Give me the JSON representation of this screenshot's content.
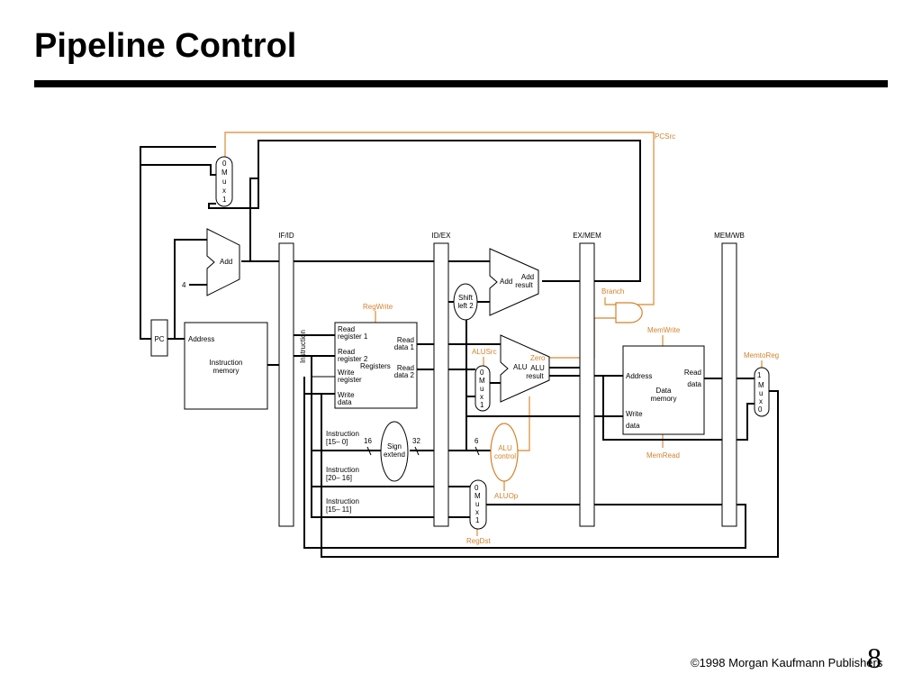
{
  "slide": {
    "title": "Pipeline Control",
    "footer": "©1998 Morgan Kaufmann Publishers",
    "page_number": "8"
  },
  "colors": {
    "control": "#d4822a",
    "wire": "#000000"
  },
  "registers": {
    "ifid": "IF/ID",
    "idex": "ID/EX",
    "exmem": "EX/MEM",
    "memwb": "MEM/WB"
  },
  "units": {
    "pc": "PC",
    "add": "Add",
    "const4": "4",
    "instr_mem_address": "Address",
    "instr_mem_l1": "Instruction",
    "instr_mem_l2": "memory",
    "instruction_label": "Instruction",
    "reg_read1_a": "Read",
    "reg_read1_b": "register 1",
    "reg_read2_a": "Read",
    "reg_read2_b": "register 2",
    "reg_write_a": "Write",
    "reg_write_b": "register",
    "reg_wdata_a": "Write",
    "reg_wdata_b": "data",
    "registers": "Registers",
    "reg_rdata1_a": "Read",
    "reg_rdata1_b": "data 1",
    "reg_rdata2_a": "Read",
    "reg_rdata2_b": "data 2",
    "shift_a": "Shift",
    "shift_b": "left 2",
    "add_result_a": "Add",
    "add_result_b": "result",
    "alu": "ALU",
    "alu_result_a": "ALU",
    "alu_result_b": "result",
    "zero": "Zero",
    "alu_control_a": "ALU",
    "alu_control_b": "control",
    "sign_a": "Sign",
    "sign_b": "extend",
    "bits16": "16",
    "bits32": "32",
    "bits6": "6",
    "instr15_0_a": "Instruction",
    "instr15_0_b": "[15– 0]",
    "instr20_16_a": "Instruction",
    "instr20_16_b": "[20– 16]",
    "instr15_11_a": "Instruction",
    "instr15_11_b": "[15– 11]",
    "dm_address": "Address",
    "dm_read_a": "Read",
    "dm_read_b": "data",
    "dm_label_a": "Data",
    "dm_label_b": "memory",
    "dm_write_a": "Write",
    "dm_write_b": "data",
    "mux_m": "M",
    "mux_u": "u",
    "mux_x": "x",
    "mux_0": "0",
    "mux_1": "1"
  },
  "controls": {
    "pcsrc": "PCSrc",
    "regwrite": "RegWrite",
    "branch": "Branch",
    "memwrite": "MemWrite",
    "memtoreg": "MemtoReg",
    "alusrc": "ALUSrc",
    "memread": "MemRead",
    "aluop": "ALUOp",
    "regdst": "RegDst"
  }
}
